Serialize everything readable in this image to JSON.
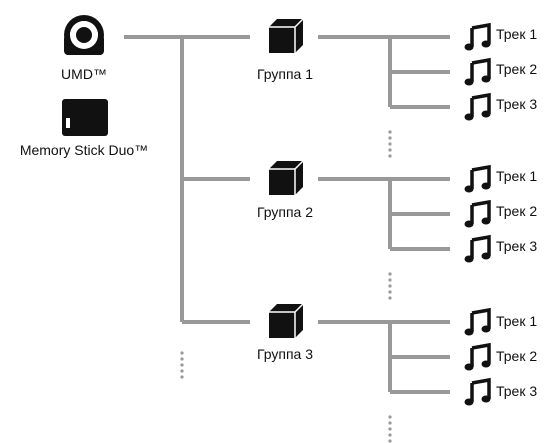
{
  "sources": [
    {
      "label": "UMD™",
      "icon": "umd-disc-icon"
    },
    {
      "label": "Memory Stick Duo™",
      "icon": "memory-stick-icon"
    }
  ],
  "groups": [
    {
      "label": "Группа 1",
      "icon": "folder-group-icon",
      "tracks": [
        "Трек 1",
        "Трек 2",
        "Трек 3"
      ]
    },
    {
      "label": "Группа 2",
      "icon": "folder-group-icon",
      "tracks": [
        "Трек 1",
        "Трек 2",
        "Трек 3"
      ]
    },
    {
      "label": "Группа 3",
      "icon": "folder-group-icon",
      "tracks": [
        "Трек 1",
        "Трек 2",
        "Трек 3"
      ]
    }
  ],
  "track_icon": "music-note-icon",
  "colors": {
    "line": "#999999",
    "icon": "#111111",
    "dots": "#999999"
  }
}
